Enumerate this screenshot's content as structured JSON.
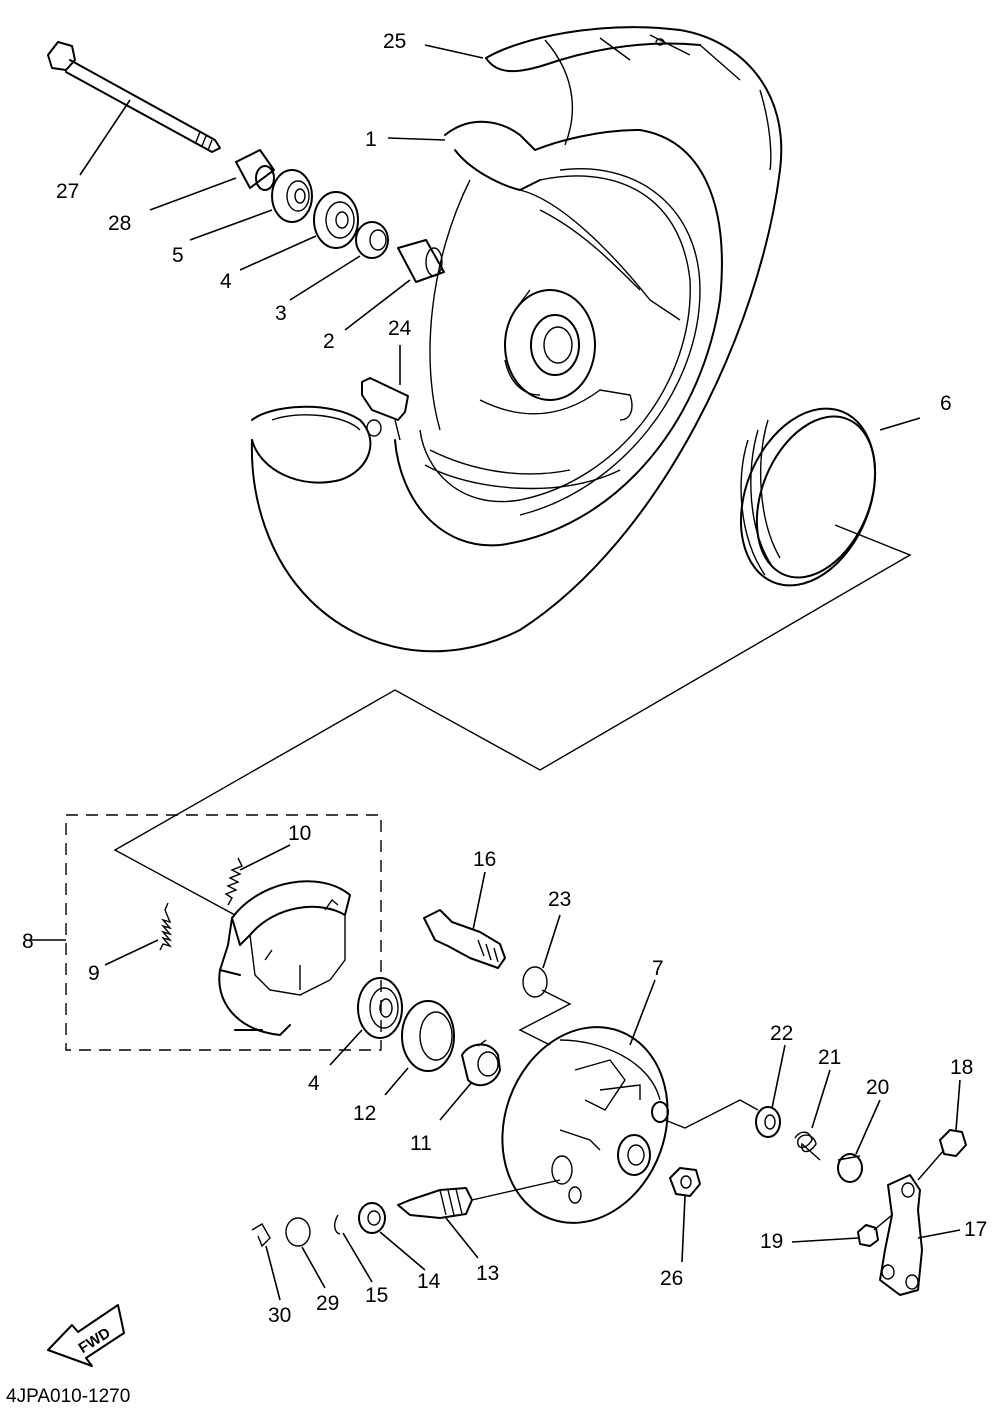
{
  "callouts": {
    "n1": "1",
    "n2": "2",
    "n3": "3",
    "n4a": "4",
    "n4b": "4",
    "n5": "5",
    "n6": "6",
    "n7": "7",
    "n8": "8",
    "n9": "9",
    "n10": "10",
    "n11": "11",
    "n12": "12",
    "n13": "13",
    "n14": "14",
    "n15": "15",
    "n16": "16",
    "n17": "17",
    "n18": "18",
    "n19": "19",
    "n20": "20",
    "n21": "21",
    "n22": "22",
    "n23": "23",
    "n24": "24",
    "n25": "25",
    "n26": "26",
    "n27": "27",
    "n28": "28",
    "n29": "29",
    "n30": "30"
  },
  "direction_arrow": {
    "label": "FWD"
  },
  "drawing_code": "4JPA010-1270"
}
